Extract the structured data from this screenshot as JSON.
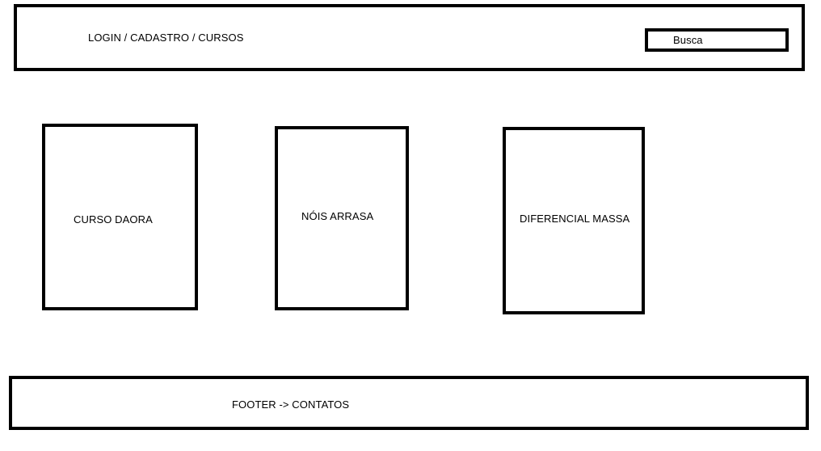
{
  "header": {
    "nav_text": "LOGIN / CADASTRO / CURSOS",
    "search": {
      "label": "Busca"
    }
  },
  "cards": [
    {
      "label": "CURSO DAORA"
    },
    {
      "label": "NÓIS ARRASA"
    },
    {
      "label": "DIFERENCIAL MASSA"
    }
  ],
  "footer": {
    "label": "FOOTER -> CONTATOS"
  }
}
